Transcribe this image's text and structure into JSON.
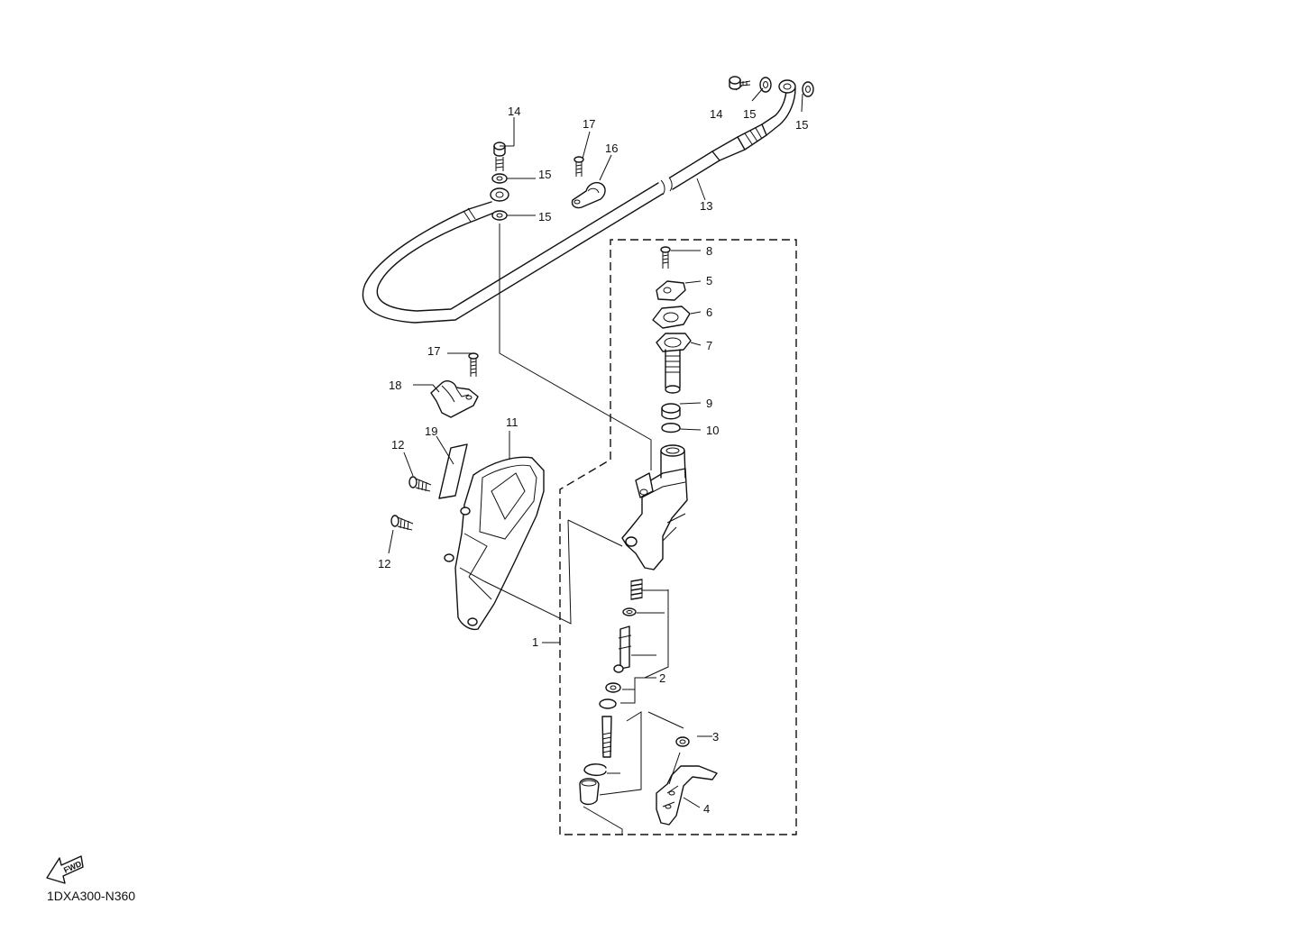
{
  "diagram_code": "1DXA300-N360",
  "fwd_label": "FWD",
  "callouts": [
    {
      "id": "c14a",
      "text": "14"
    },
    {
      "id": "c15a",
      "text": "15"
    },
    {
      "id": "c15b",
      "text": "15"
    },
    {
      "id": "c17a",
      "text": "17"
    },
    {
      "id": "c16",
      "text": "16"
    },
    {
      "id": "c14b",
      "text": "14"
    },
    {
      "id": "c15c",
      "text": "15"
    },
    {
      "id": "c15d",
      "text": "15"
    },
    {
      "id": "c13",
      "text": "13"
    },
    {
      "id": "c8",
      "text": "8"
    },
    {
      "id": "c5",
      "text": "5"
    },
    {
      "id": "c6",
      "text": "6"
    },
    {
      "id": "c7",
      "text": "7"
    },
    {
      "id": "c9",
      "text": "9"
    },
    {
      "id": "c10",
      "text": "10"
    },
    {
      "id": "c17b",
      "text": "17"
    },
    {
      "id": "c18",
      "text": "18"
    },
    {
      "id": "c19",
      "text": "19"
    },
    {
      "id": "c11",
      "text": "11"
    },
    {
      "id": "c12a",
      "text": "12"
    },
    {
      "id": "c12b",
      "text": "12"
    },
    {
      "id": "c1",
      "text": "1"
    },
    {
      "id": "c2",
      "text": "2"
    },
    {
      "id": "c3",
      "text": "3"
    },
    {
      "id": "c4",
      "text": "4"
    }
  ]
}
